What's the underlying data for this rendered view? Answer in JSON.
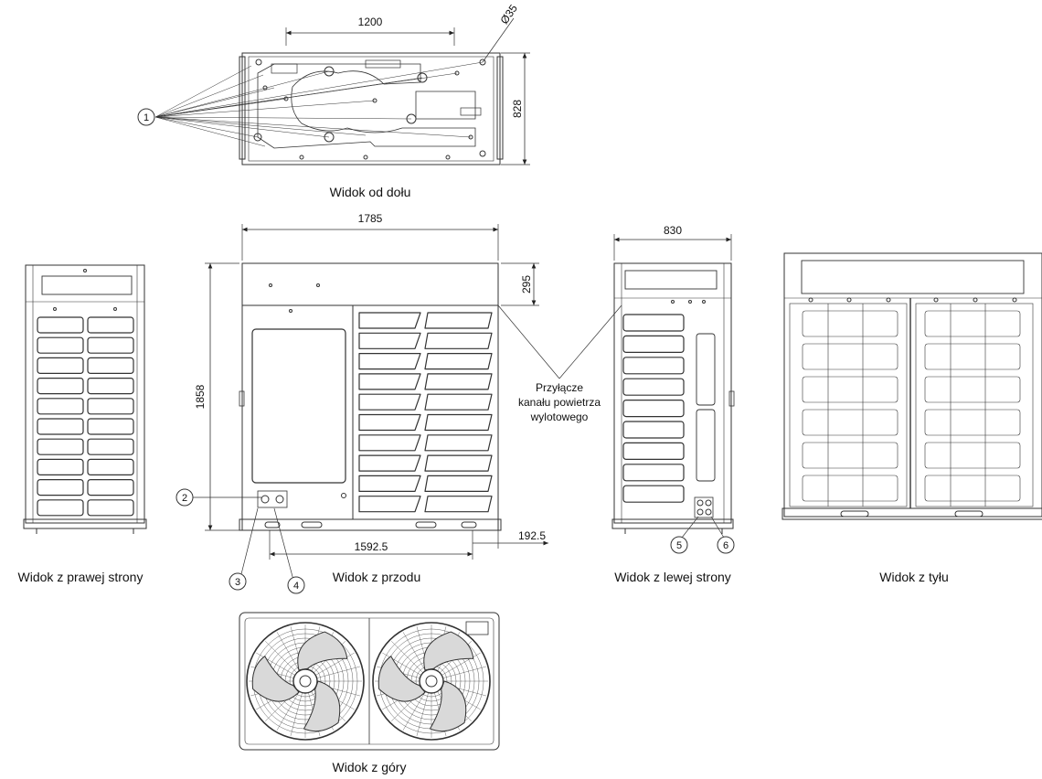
{
  "captions": {
    "bottom": "Widok od dołu",
    "front": "Widok z przodu",
    "right": "Widok z prawej strony",
    "left": "Widok z lewej strony",
    "back": "Widok z tyłu",
    "top": "Widok z góry"
  },
  "dimensions": {
    "bottom_width": "1200",
    "bottom_depth": "828",
    "hole_diameter": "Ø35",
    "front_width": "1785",
    "front_height": "1858",
    "top_section_height": "295",
    "offset_left": "1592.5",
    "offset_right": "192.5",
    "left_width": "830"
  },
  "callouts": [
    "1",
    "2",
    "3",
    "4",
    "5",
    "6"
  ],
  "annotation": {
    "line1": "Przyłącze",
    "line2": "kanału powietrza",
    "line3": "wylotowego"
  }
}
